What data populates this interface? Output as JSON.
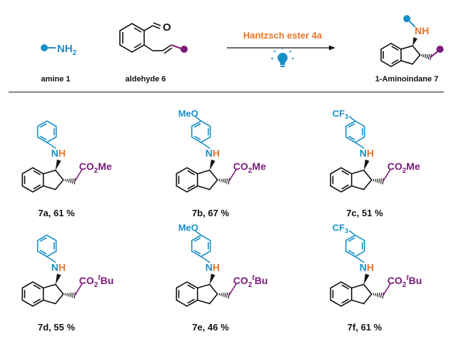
{
  "colors": {
    "blue": "#1a8fc7",
    "purple": "#7b1a7a",
    "orange": "#e8742a",
    "black": "#111111"
  },
  "scheme": {
    "amine_label": "amine 1",
    "amine_group": "NH",
    "amine_sub": "2",
    "aldehyde_label": "aldehyde 6",
    "aldehyde_o": "O",
    "reagent": "Hantzsch ester 4a",
    "product_label": "1-Aminoindane 7",
    "product_nh": "NH"
  },
  "compounds": [
    {
      "id": "7a",
      "label": "7a, 61 %",
      "aryl_sub": "",
      "ester": "CO",
      "ester_sub": "2",
      "ester_tail": "Me",
      "ester_sup": ""
    },
    {
      "id": "7b",
      "label": "7b, 67 %",
      "aryl_sub": "MeO",
      "ester": "CO",
      "ester_sub": "2",
      "ester_tail": "Me",
      "ester_sup": ""
    },
    {
      "id": "7c",
      "label": "7c, 51 %",
      "aryl_sub": "CF",
      "aryl_sub_sub": "3",
      "ester": "CO",
      "ester_sub": "2",
      "ester_tail": "Me",
      "ester_sup": ""
    },
    {
      "id": "7d",
      "label": "7d, 55 %",
      "aryl_sub": "",
      "ester": "CO",
      "ester_sub": "2",
      "ester_tail": "Bu",
      "ester_sup": "t"
    },
    {
      "id": "7e",
      "label": "7e, 46 %",
      "aryl_sub": "MeO",
      "ester": "CO",
      "ester_sub": "2",
      "ester_tail": "Bu",
      "ester_sup": "t"
    },
    {
      "id": "7f",
      "label": "7f, 61 %",
      "aryl_sub": "CF",
      "aryl_sub_sub": "3",
      "ester": "CO",
      "ester_sub": "2",
      "ester_tail": "Bu",
      "ester_sup": "t"
    }
  ]
}
